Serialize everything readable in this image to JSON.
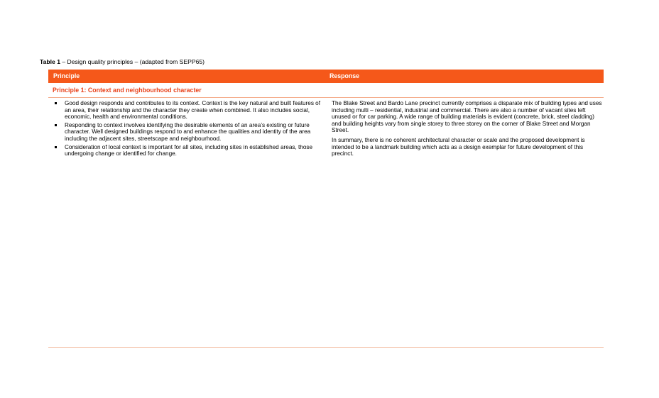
{
  "caption": {
    "label": "Table 1",
    "text": " – Design quality principles – (adapted from SEPP65)"
  },
  "table": {
    "headers": {
      "principle": "Principle",
      "response": "Response"
    },
    "section_title": "Principle 1: Context and neighbourhood character",
    "principle_items": [
      "Good design responds and contributes to its context. Context is the key natural and built features of an area, their relationship and the character they create when combined. It also includes social, economic, health and environmental conditions.",
      "Responding to context involves identifying the desirable elements of an area’s existing or future character. Well designed buildings respond to and enhance the qualities and identity of the area including the adjacent sites, streetscape and neighbourhood.",
      "Consideration of local context is important for all sites, including sites in established areas, those undergoing change or identified for change."
    ],
    "response_paragraphs": [
      "The Blake Street and Bardo Lane precinct currently comprises a disparate mix of building types and uses including multi – residential, industrial and commercial. There are also a number of vacant sites left unused or for car parking.  A wide range of building materials is evident (concrete, brick, steel cladding) and building heights vary from single storey to three storey on the corner of Blake Street and Morgan Street.",
      "In summary, there is no coherent architectural character or scale and the proposed development is intended to be a landmark building which acts as a design exemplar for future development of this precinct."
    ]
  },
  "colors": {
    "header_background": "#f5581a",
    "section_title": "#e8431c",
    "rule": "#f4a987"
  }
}
